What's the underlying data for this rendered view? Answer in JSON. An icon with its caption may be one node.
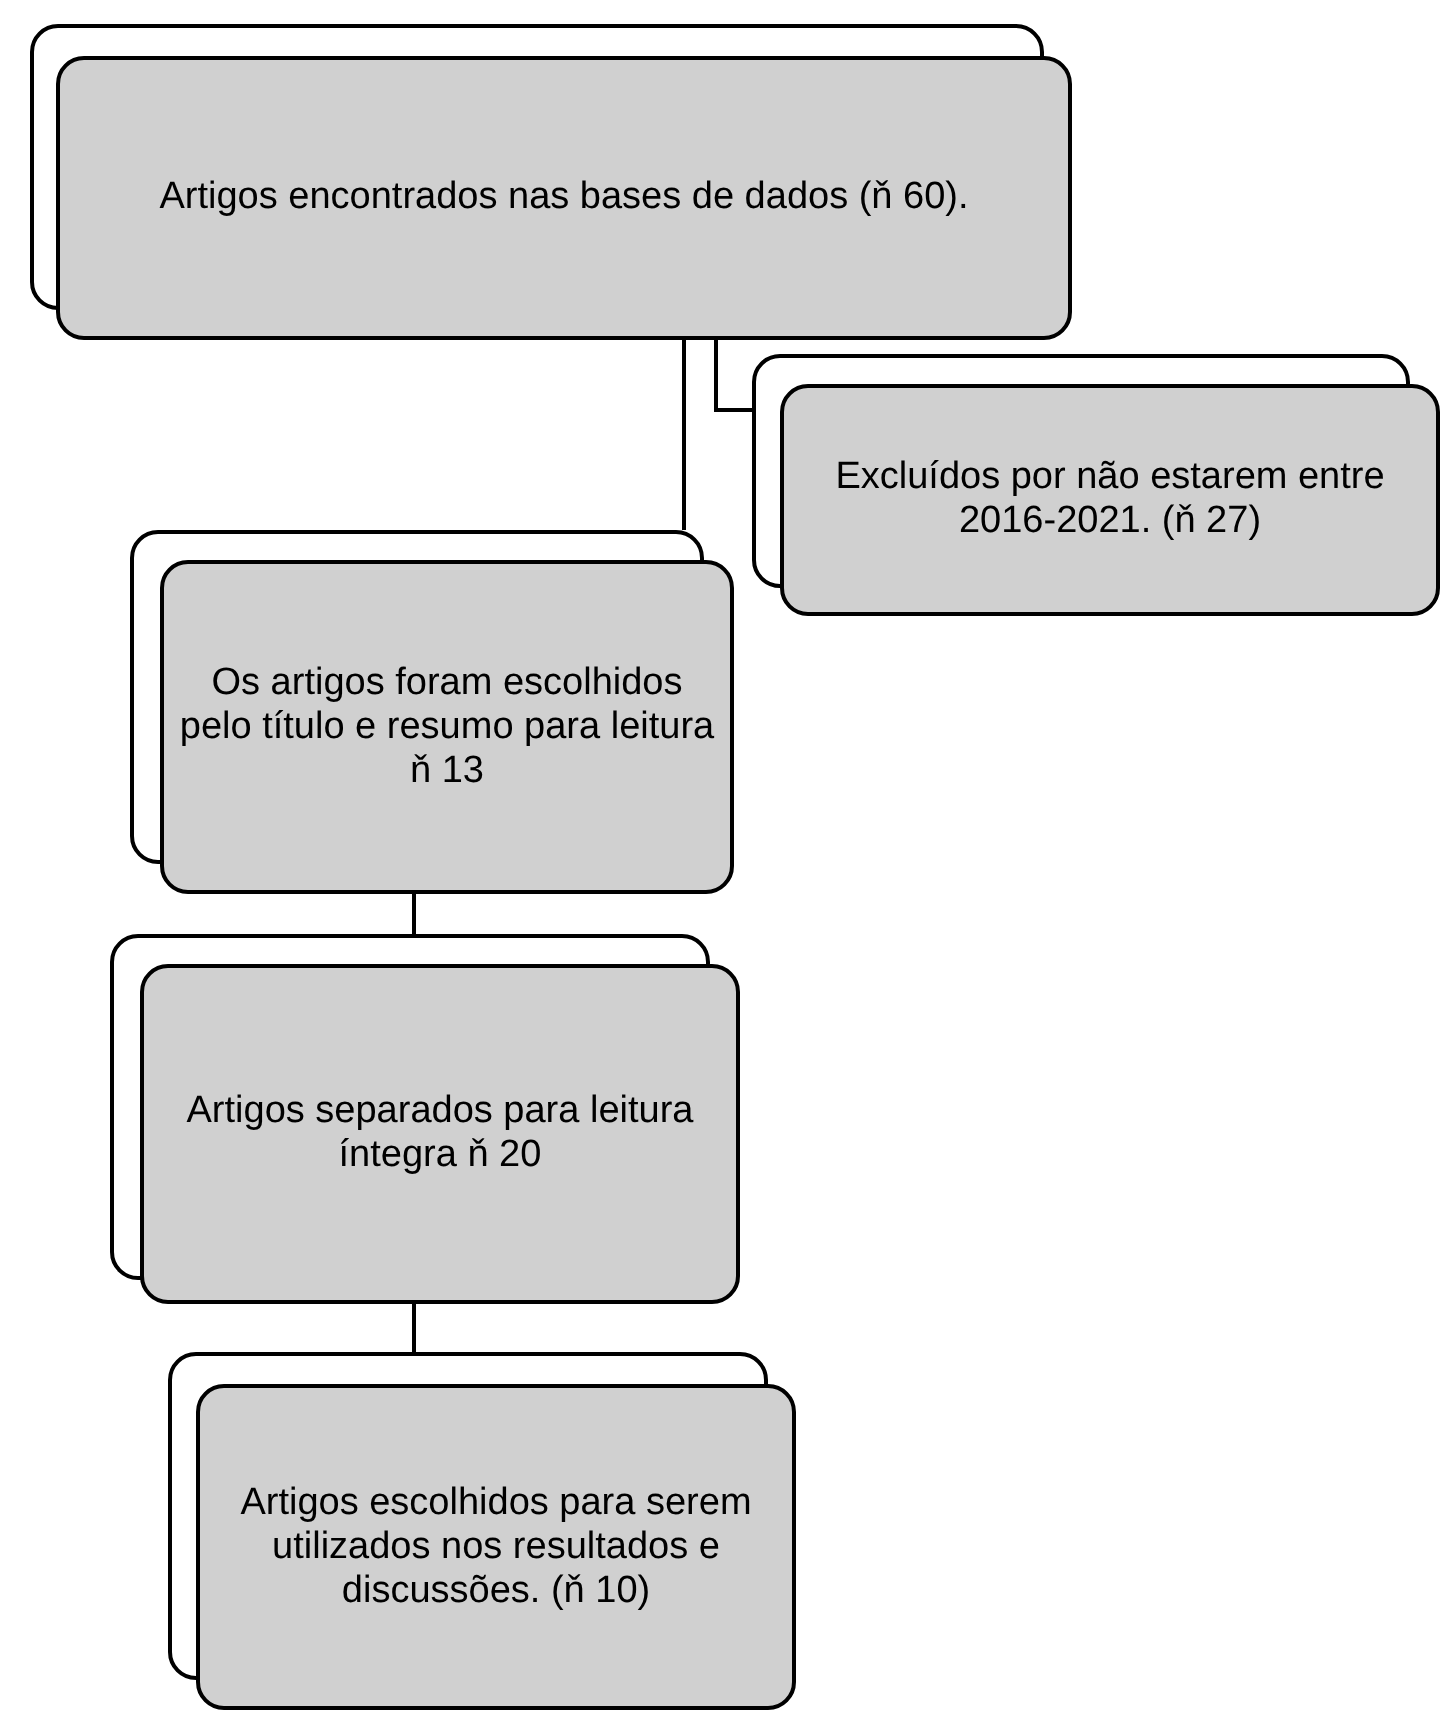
{
  "diagram": {
    "nodes": [
      {
        "text": [
          "Artigos encontrados nas bases de dados (ň 60)."
        ]
      },
      {
        "text": [
          "Excluídos por não estarem entre 2016-2021. (ň 27)"
        ]
      },
      {
        "text": [
          "Os artigos foram escolhidos pelo título e resumo para leitura ň 13"
        ]
      },
      {
        "text": [
          "Artigos separados para leitura íntegra ň 20"
        ]
      },
      {
        "text": [
          "Artigos escolhidos para serem utilizados nos resultados e discussões. (ň 10)"
        ]
      }
    ],
    "edges": [
      {
        "from": 0,
        "to": 2,
        "arrow": "none"
      },
      {
        "from": 0,
        "to": 1,
        "arrow": "none"
      },
      {
        "from": 2,
        "to": 3,
        "arrow": "none"
      },
      {
        "from": 3,
        "to": 4,
        "arrow": "none"
      }
    ]
  }
}
